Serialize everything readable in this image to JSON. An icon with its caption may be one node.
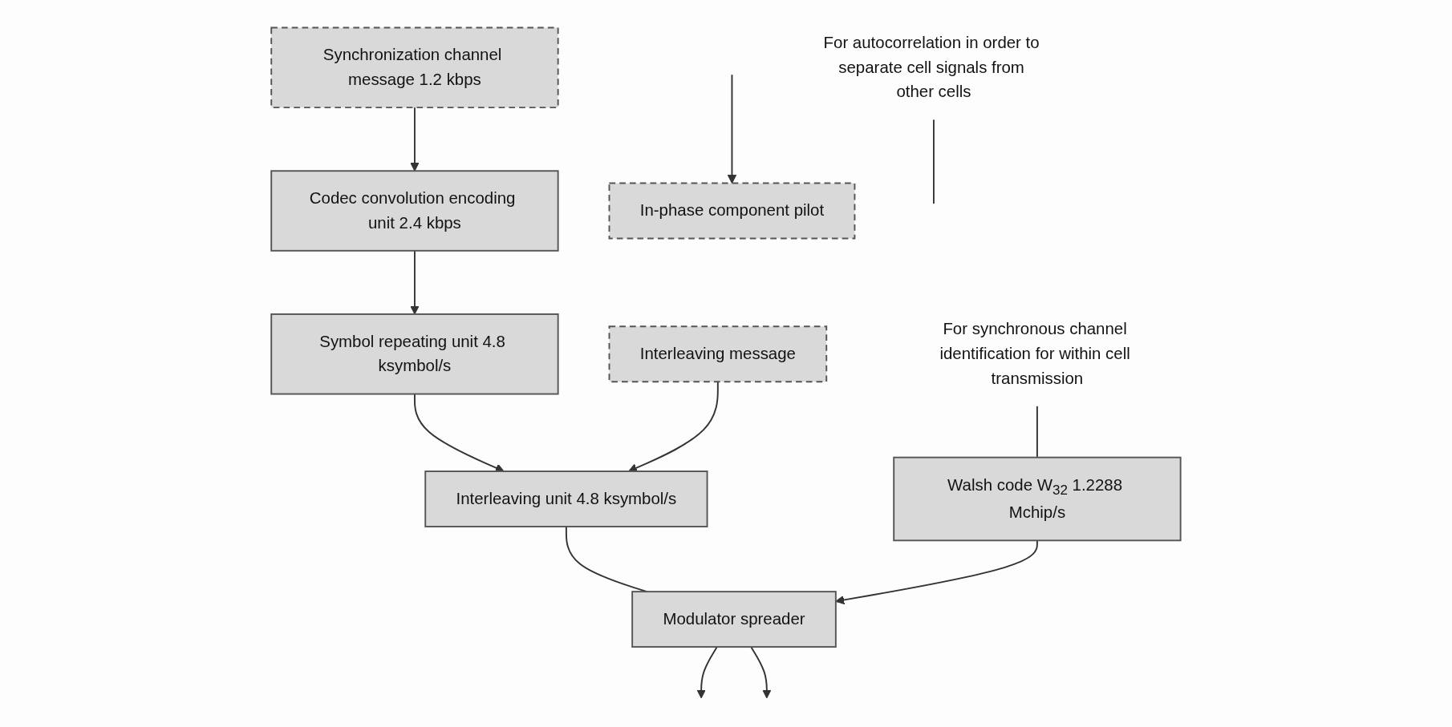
{
  "diagram": {
    "nodes": [
      {
        "text": [
          "Synchronization channel message 1.2 kbps"
        ]
      },
      {
        "text": [
          "Codec convolution encoding unit 2.4 kbps"
        ]
      },
      {
        "text": [
          "For synchronous channel identification for within cell transmission"
        ]
      },
      {
        "text": [
          "Interleaving unit 4.8 ksymbol/s"
        ]
      },
      {
        "text": [
          "Symbol repeating unit 4.8 ksymbol/s"
        ]
      },
      {
        "text": [
          "Interleaving message"
        ]
      },
      {
        "text": [
          "In-phase component pilot"
        ]
      },
      {
        "text": [
          "Walsh code W$_{32}$ 1.2288 Mchip/s"
        ]
      },
      {
        "text": [
          "Modulator spreader"
        ]
      },
      {
        "text": [
          "For autocorrelation in order to separate cell signals from other cells"
        ]
      }
    ],
    "edges": [
      {
        "from": 0,
        "to": 1,
        "arrow": "to"
      },
      {
        "from": 1,
        "to": 4,
        "arrow": "to"
      },
      {
        "from": 4,
        "to": 3,
        "arrow": "to"
      },
      {
        "from": 5,
        "to": 3,
        "arrow": "to"
      },
      {
        "from": 2,
        "to": 7,
        "arrow": "none"
      },
      {
        "from": 3,
        "to": 8,
        "arrow": "none"
      },
      {
        "from": 7,
        "to": 8,
        "arrow": "to"
      },
      {
        "from": 8,
        "to": null,
        "arrow": "to"
      },
      {
        "from": 8,
        "to": null,
        "arrow": "to"
      },
      {
        "from": null,
        "to": 6,
        "arrow": "to"
      },
      {
        "from": 9,
        "to": null,
        "arrow": "none"
      }
    ]
  }
}
